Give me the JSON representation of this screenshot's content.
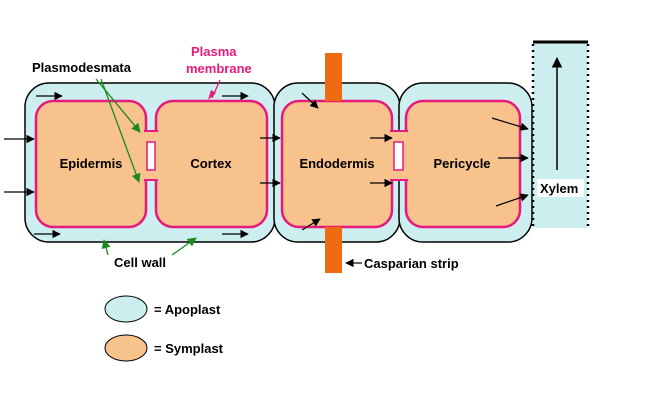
{
  "labels": {
    "plasmodesmata": "Plasmodesmata",
    "plasma_line1": "Plasma",
    "plasma_line2": "membrane",
    "cell_wall": "Cell wall",
    "casparian_strip": "Casparian strip",
    "xylem": "Xylem"
  },
  "cells": [
    {
      "name": "Epidermis"
    },
    {
      "name": "Cortex"
    },
    {
      "name": "Endodermis"
    },
    {
      "name": "Pericycle"
    }
  ],
  "legend": [
    {
      "label": "= Apoplast",
      "color": "#cceeee"
    },
    {
      "label": "= Symplast",
      "color": "#f7c28b"
    }
  ],
  "colors": {
    "apoplast": "#cceeee",
    "symplast": "#f7c28b",
    "membrane": "#e8197c",
    "casparian": "#ef6a10",
    "pointer": "#1a8a1a",
    "outline": "#000000"
  }
}
